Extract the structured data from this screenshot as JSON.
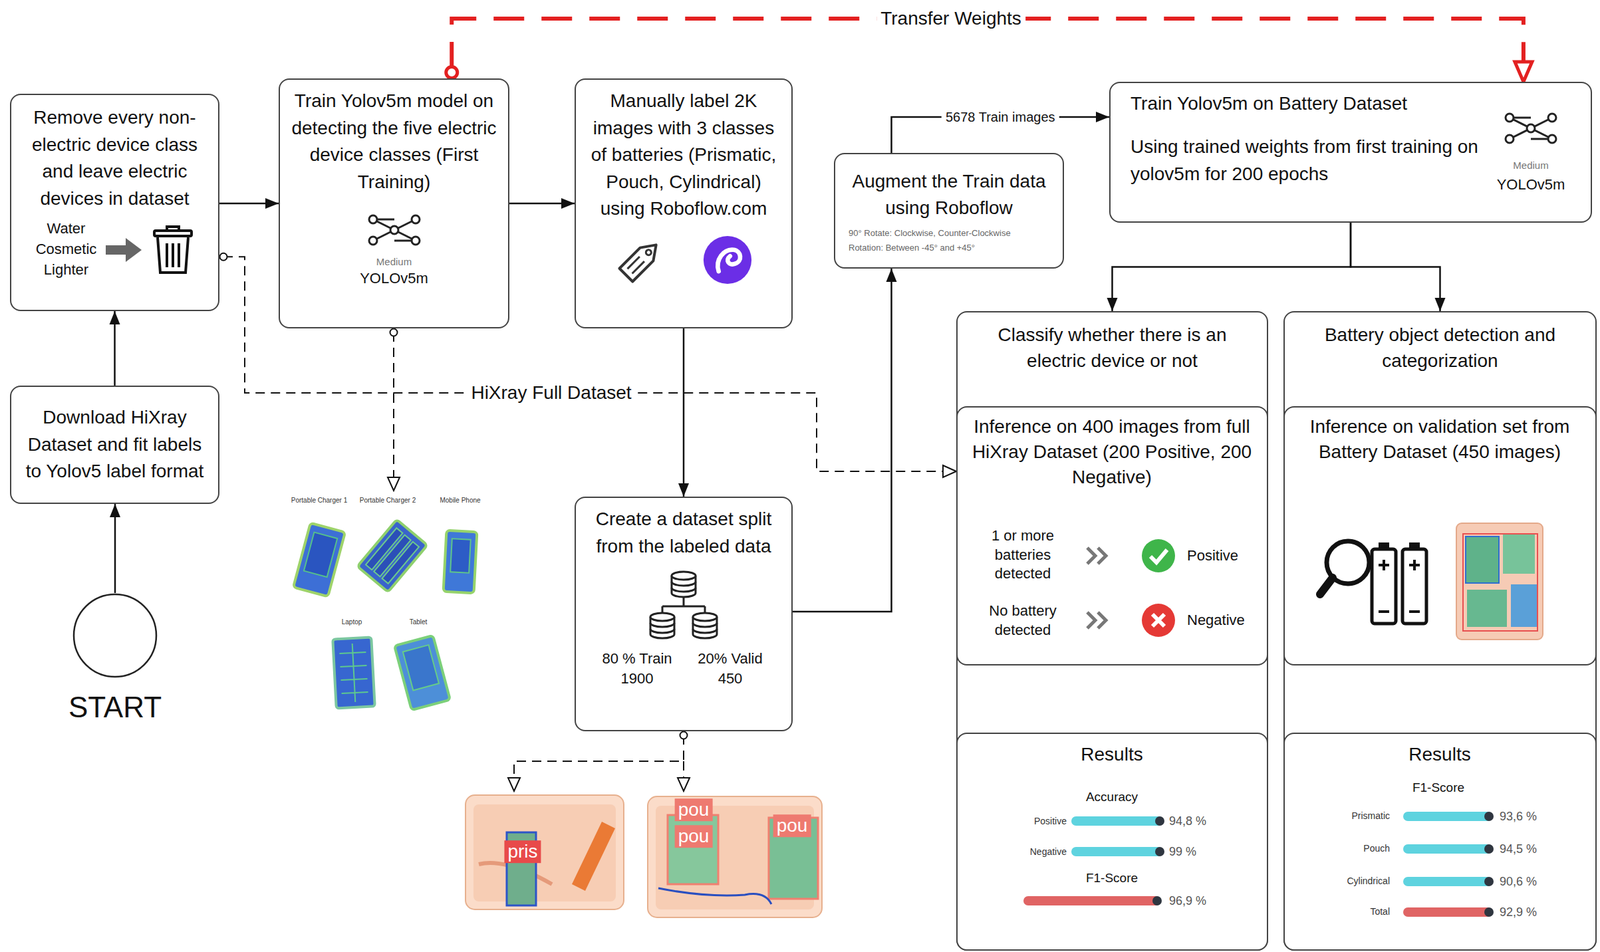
{
  "diagram": {
    "nodes": [
      {
        "text": [
          "START"
        ]
      },
      {
        "text": [
          "Download HiXray Dataset and fit labels to Yolov5 label format"
        ]
      },
      {
        "text": [
          "Remove every non-electric device class and leave electric devices in dataset",
          "Water Cosmetic Lighter"
        ]
      },
      {
        "text": [
          "Train Yolov5m model on detecting the five electric device classes (First Training)",
          "Medium",
          "YOLOv5m"
        ]
      },
      {
        "text": [
          "Manually label 2K images with 3 classes of batteries (Prismatic, Pouch, Cylindrical) using Roboflow.com"
        ]
      },
      {
        "text": [
          "Create a dataset split from the labeled data",
          "80 % Train 1900",
          "20% Valid 450"
        ]
      },
      {
        "text": [
          "Augment the Train data using Roboflow",
          "90° Rotate: Clockwise, Counter-Clockwise",
          "Rotation: Between -45° and +45°"
        ]
      },
      {
        "text": [
          "Train Yolov5m on Battery Dataset",
          "Using trained weights from first training on yolov5m for 200 epochs",
          "Medium",
          "YOLOv5m"
        ]
      },
      {
        "text": [
          "Classify whether there is an electric device or not"
        ]
      },
      {
        "text": [
          "Inference on 400 images from full HiXray Dataset (200 Positive, 200 Negative)",
          "1 or more batteries detected",
          "Positive",
          "No battery detected",
          "Negative"
        ],
        "in": 8
      },
      {
        "text": [
          "Results",
          "Accuracy",
          "Positive",
          "94,8 %",
          "Negative",
          "99 %",
          "F1-Score",
          "96,9 %"
        ],
        "in": 8
      },
      {
        "text": [
          "Battery object detection and categorization"
        ]
      },
      {
        "text": [
          "Inference on validation set from Battery Dataset (450 images)"
        ],
        "in": 11
      },
      {
        "text": [
          "Results",
          "F1-Score",
          "Prismatic",
          "93,6 %",
          "Pouch",
          "94,5 %",
          "Cylindrical",
          "90,6 %",
          "Total",
          "92,9 %"
        ],
        "in": 11
      }
    ],
    "edges": [
      {
        "from": 0,
        "to": 1,
        "arrow": "to"
      },
      {
        "from": 1,
        "to": 2,
        "arrow": "to"
      },
      {
        "from": 2,
        "to": 3,
        "arrow": "to"
      },
      {
        "from": 3,
        "to": 4,
        "arrow": "to"
      },
      {
        "from": 4,
        "to": 5,
        "arrow": "to"
      },
      {
        "from": 5,
        "to": 6,
        "arrow": "to"
      },
      {
        "from": 6,
        "to": 7,
        "arrow": "to",
        "label": "5678 Train images"
      },
      {
        "from": 3,
        "to": 7,
        "arrow": "to",
        "label": "Transfer Weights"
      },
      {
        "from": 2,
        "to": 9,
        "arrow": "to",
        "label": "HiXray Full Dataset"
      },
      {
        "from": 7,
        "to": 8,
        "arrow": "to"
      },
      {
        "from": 7,
        "to": 11,
        "arrow": "to"
      },
      {
        "from": 9,
        "to": 10,
        "arrow": "to"
      },
      {
        "from": 12,
        "to": 13,
        "arrow": "to"
      }
    ],
    "labels": [
      "Portable Charger 1",
      "Portable Charger 2",
      "Mobile Phone",
      "Laptop",
      "Tablet",
      "pris",
      "pou",
      "pou",
      "pou"
    ]
  }
}
